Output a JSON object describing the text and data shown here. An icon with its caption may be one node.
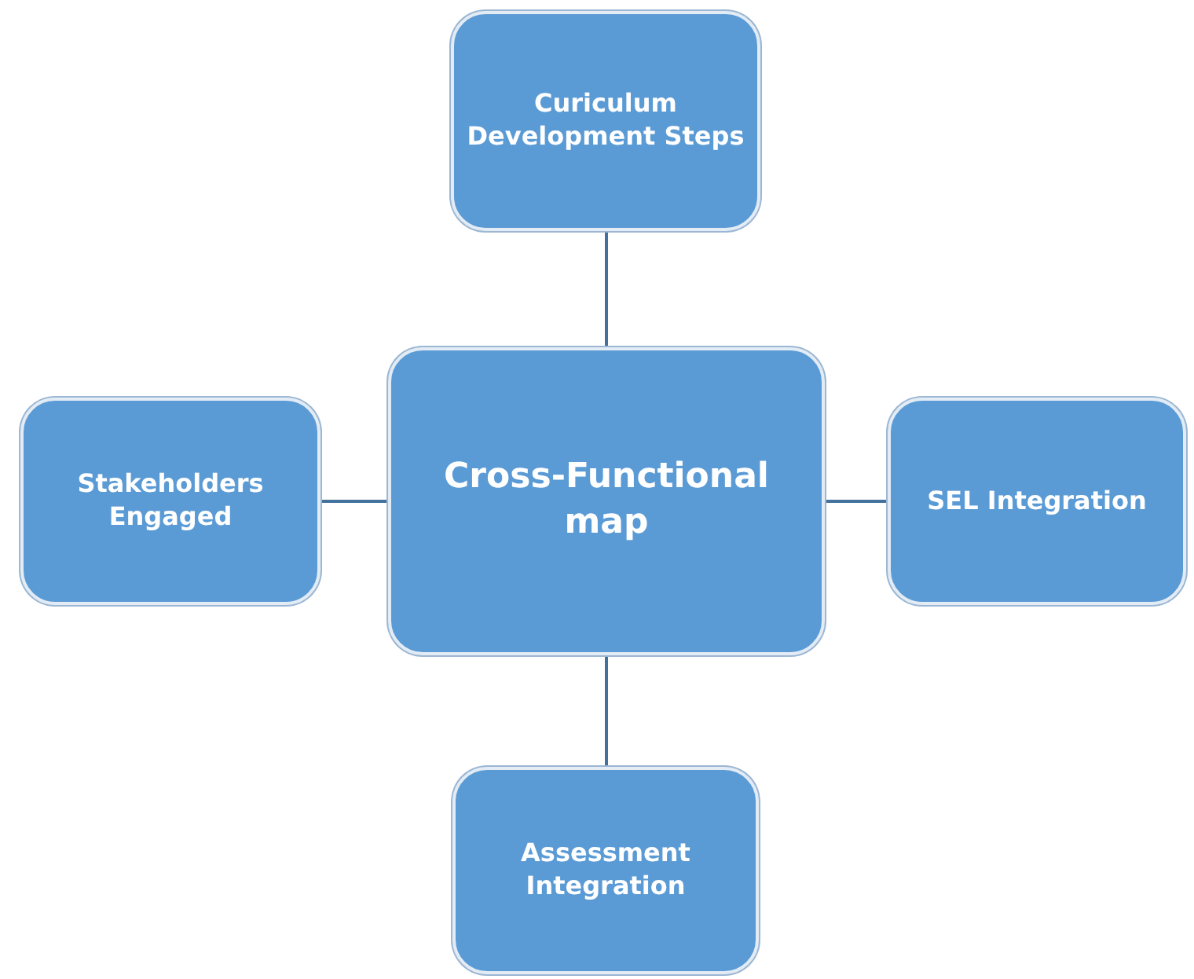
{
  "diagram": {
    "nodes": [
      {
        "text": [
          "Curiculum Development Steps"
        ]
      },
      {
        "text": [
          "Stakeholders Engaged"
        ]
      },
      {
        "text": [
          "Cross-Functional map"
        ]
      },
      {
        "text": [
          "SEL Integration"
        ]
      },
      {
        "text": [
          "Assessment Integration"
        ]
      }
    ],
    "edges": [
      {
        "from": 2,
        "to": 0,
        "arrow": "none"
      },
      {
        "from": 2,
        "to": 1,
        "arrow": "none"
      },
      {
        "from": 2,
        "to": 3,
        "arrow": "none"
      },
      {
        "from": 2,
        "to": 4,
        "arrow": "none"
      }
    ]
  }
}
